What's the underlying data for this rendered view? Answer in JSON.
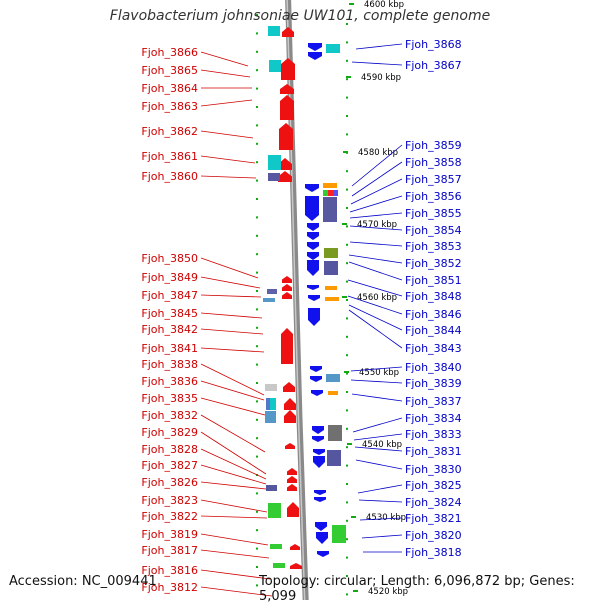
{
  "title": "Flavobacterium johnsoniae UW101, complete genome",
  "footer": {
    "accession": "Accession: NC_009441",
    "summary": "Topology: circular; Length: 6,096,872 bp; Genes: 5,099"
  },
  "ticks": [
    "4600 kbp",
    "4590 kbp",
    "4580 kbp",
    "4570 kbp",
    "4560 kbp",
    "4550 kbp",
    "4540 kbp",
    "4530 kbp",
    "4520 kbp"
  ],
  "genes_left": [
    "Fjoh_3866",
    "Fjoh_3865",
    "Fjoh_3864",
    "Fjoh_3863",
    "Fjoh_3862",
    "Fjoh_3861",
    "Fjoh_3860",
    "Fjoh_3850",
    "Fjoh_3849",
    "Fjoh_3847",
    "Fjoh_3845",
    "Fjoh_3842",
    "Fjoh_3841",
    "Fjoh_3838",
    "Fjoh_3836",
    "Fjoh_3835",
    "Fjoh_3832",
    "Fjoh_3829",
    "Fjoh_3828",
    "Fjoh_3827",
    "Fjoh_3826",
    "Fjoh_3823",
    "Fjoh_3822",
    "Fjoh_3819",
    "Fjoh_3817",
    "Fjoh_3816",
    "Fjoh_3812"
  ],
  "genes_right": [
    "Fjoh_3868",
    "Fjoh_3867",
    "Fjoh_3859",
    "Fjoh_3858",
    "Fjoh_3857",
    "Fjoh_3856",
    "Fjoh_3855",
    "Fjoh_3854",
    "Fjoh_3853",
    "Fjoh_3852",
    "Fjoh_3851",
    "Fjoh_3848",
    "Fjoh_3846",
    "Fjoh_3844",
    "Fjoh_3843",
    "Fjoh_3840",
    "Fjoh_3839",
    "Fjoh_3837",
    "Fjoh_3834",
    "Fjoh_3833",
    "Fjoh_3831",
    "Fjoh_3830",
    "Fjoh_3825",
    "Fjoh_3824",
    "Fjoh_3821",
    "Fjoh_3820",
    "Fjoh_3818"
  ],
  "colors": {
    "forward_strand": "#ee1111",
    "reverse_strand": "#1111ee",
    "left_label": "#d00000",
    "right_label": "#0000c8",
    "backbone": "#888888",
    "tick": "#11aa11"
  }
}
